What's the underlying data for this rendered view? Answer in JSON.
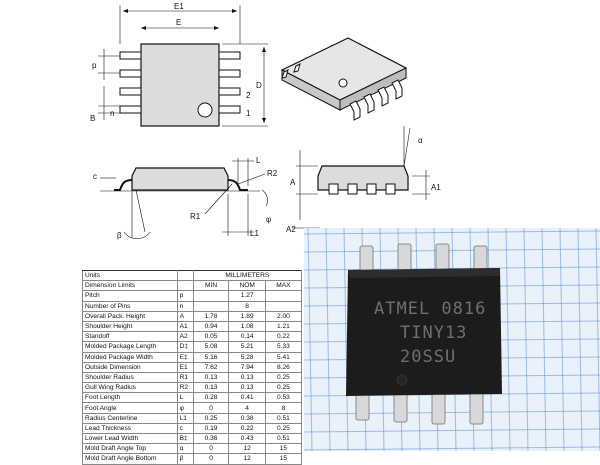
{
  "drawing_labels": {
    "e1": "E1",
    "e": "E",
    "d": "D",
    "p": "p",
    "n": "n",
    "b": "B",
    "pin2": "2",
    "pin1": "1",
    "c": "c",
    "l": "L",
    "r2": "R2",
    "r1": "R1",
    "phi": "φ",
    "l1": "L1",
    "beta": "β",
    "alpha": "α",
    "a": "A",
    "a1": "A1",
    "a2": "A2"
  },
  "table": {
    "units_label": "Units",
    "units_value": "MILLIMETERS",
    "header": {
      "name": "Dimension Limits",
      "min": "MIN",
      "nom": "NOM",
      "max": "MAX"
    },
    "rows": [
      {
        "name": "Pitch",
        "sym": "p",
        "min": "",
        "nom": "1.27",
        "max": ""
      },
      {
        "name": "Number of Pins",
        "sym": "n",
        "min": "",
        "nom": "8",
        "max": ""
      },
      {
        "name": "Overall Pack. Height",
        "sym": "A",
        "min": "1.78",
        "nom": "1.89",
        "max": "2.00"
      },
      {
        "name": "Shoulder Height",
        "sym": "A1",
        "min": "0.94",
        "nom": "1.08",
        "max": "1.21"
      },
      {
        "name": "Standoff",
        "sym": "A2",
        "min": "0.05",
        "nom": "0.14",
        "max": "0.22"
      },
      {
        "name": "Molded Package Length",
        "sym": "D‡",
        "min": "5.08",
        "nom": "5.21",
        "max": "5.33"
      },
      {
        "name": "Molded Package Width",
        "sym": "E‡",
        "min": "5.16",
        "nom": "5.28",
        "max": "5.41"
      },
      {
        "name": "Outside Dimension",
        "sym": "E1",
        "min": "7.62",
        "nom": "7.94",
        "max": "8.26"
      },
      {
        "name": "Shoulder Radius",
        "sym": "R1",
        "min": "0.13",
        "nom": "0.13",
        "max": "0.25"
      },
      {
        "name": "Gull Wing Radius",
        "sym": "R2",
        "min": "0.13",
        "nom": "0.13",
        "max": "0.25"
      },
      {
        "name": "Foot Length",
        "sym": "L",
        "min": "0.28",
        "nom": "0.41",
        "max": "0.53"
      },
      {
        "name": "Foot Angle",
        "sym": "φ",
        "min": "0",
        "nom": "4",
        "max": "8"
      },
      {
        "name": "Radius Centerline",
        "sym": "L1",
        "min": "0.25",
        "nom": "0.38",
        "max": "0.51"
      },
      {
        "name": "Lead Thickness",
        "sym": "c",
        "min": "0.19",
        "nom": "0.22",
        "max": "0.25"
      },
      {
        "name": "Lower Lead Width",
        "sym": "B‡",
        "min": "0.36",
        "nom": "0.43",
        "max": "0.51"
      },
      {
        "name": "Mold Draft Angle Top",
        "sym": "α",
        "min": "0",
        "nom": "12",
        "max": "15"
      },
      {
        "name": "Mold Draft Angle Bottom",
        "sym": "β",
        "min": "0",
        "nom": "12",
        "max": "15"
      }
    ]
  },
  "chip_marking": {
    "line1": "ATMEL 0816",
    "line2": "TINY13",
    "line3": "20SSU"
  },
  "colors": {
    "grid_line": "#5b8fd6",
    "paper": "#e9f1fb",
    "chip_body": "#1c1c1c",
    "chip_text": "#6f6f6f",
    "pin_metal": "#d8d8d8"
  }
}
